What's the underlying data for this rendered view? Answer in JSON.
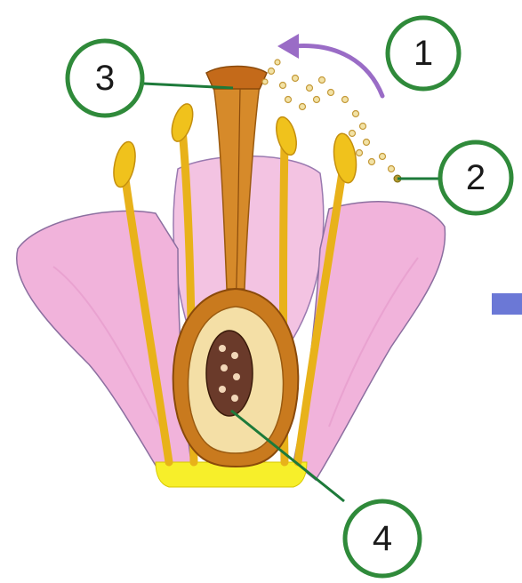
{
  "labels": [
    {
      "id": "1",
      "text": "1"
    },
    {
      "id": "2",
      "text": "2"
    },
    {
      "id": "3",
      "text": "3"
    },
    {
      "id": "4",
      "text": "4"
    }
  ],
  "colors": {
    "petal": "#f1b3db",
    "petal_edge": "#8c6fa0",
    "stamen": "#f0c21c",
    "pistil": "#c97a1e",
    "label_circle": "#2f8a3a",
    "pointer_line": "#1d7a3a",
    "arrow": "#9a6cc6",
    "pollen": "#d7b45a",
    "receptacle": "#f7ef2a",
    "side_bar": "#6b78d6"
  }
}
